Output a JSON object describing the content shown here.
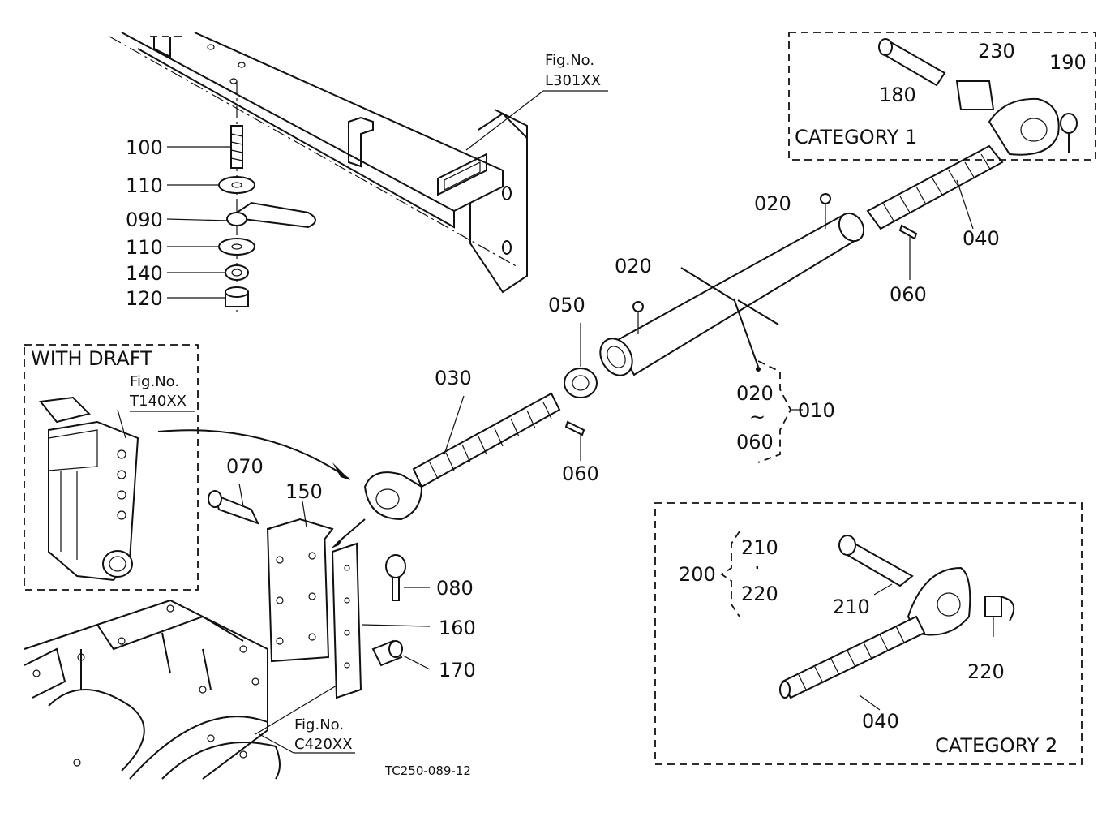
{
  "parts": {
    "p100": "100",
    "p110a": "110",
    "p090": "090",
    "p110b": "110",
    "p140": "140",
    "p120": "120",
    "p030": "030",
    "p050": "050",
    "p020a": "020",
    "p020b": "020",
    "p060a": "060",
    "p060b": "060",
    "p040a": "040",
    "p070": "070",
    "p150": "150",
    "p080": "080",
    "p160": "160",
    "p170": "170",
    "p180": "180",
    "p230": "230",
    "p190": "190",
    "range_from": "020",
    "range_tilde": "~",
    "range_to": "060",
    "p010": "010",
    "p200": "200",
    "p210a": "210",
    "p210_dot": "·",
    "p220a": "220",
    "p210b": "210",
    "p220b": "220",
    "p040b": "040"
  },
  "figs": {
    "l301_label": "Fig.No.",
    "l301_code": "L301XX",
    "t140_label": "Fig.No.",
    "t140_code": "T140XX",
    "c420_label": "Fig.No.",
    "c420_code": "C420XX"
  },
  "boxes": {
    "with_draft": "WITH DRAFT",
    "category1": "CATEGORY 1",
    "category2": "CATEGORY 2"
  },
  "drawing_code": "TC250-089-12"
}
